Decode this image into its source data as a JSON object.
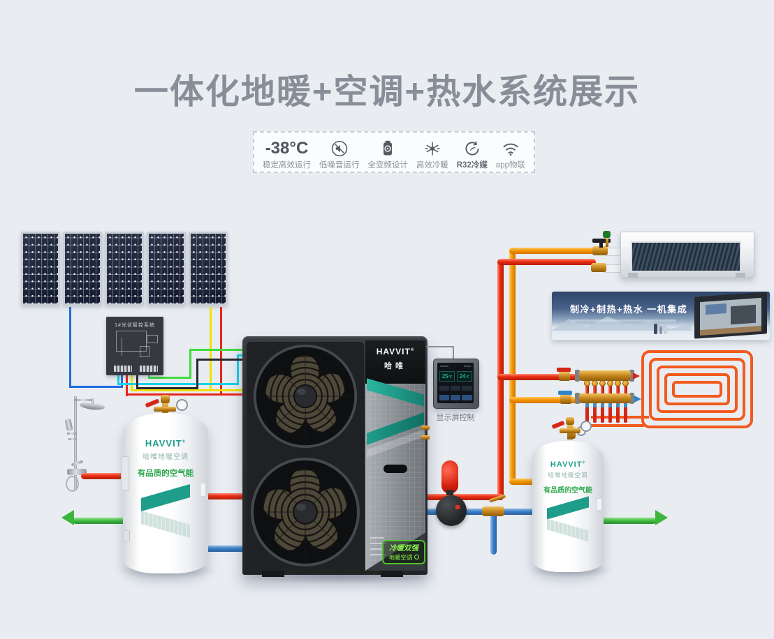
{
  "title": {
    "text": "一体化地暖+空调+热水系统展示"
  },
  "features": {
    "temp_value": "-38°C",
    "items": [
      {
        "icon": "thermometer",
        "label": "稳定高效运行"
      },
      {
        "icon": "mute",
        "label": "低噪音运行"
      },
      {
        "icon": "inverter-battery",
        "label": "全变频设计"
      },
      {
        "icon": "snow-sun",
        "label": "高效冷暖"
      },
      {
        "icon": "recycle",
        "label": "R32冷媒"
      },
      {
        "icon": "wifi",
        "label": "app物联"
      }
    ]
  },
  "solar": {
    "controller_label": "1#光伏智控系统"
  },
  "heat_pump": {
    "brand": "HAVVIT",
    "reg": "®",
    "brand_cn": "哈唯",
    "badge_line1": "冷暖双强",
    "badge_line2": "地暖空调"
  },
  "thermostat": {
    "label": "显示屏控制",
    "temp_left": "25",
    "temp_right": "24",
    "unit": "℃"
  },
  "banner": {
    "headline": "制冷+制热+热水  一机集成"
  },
  "tank": {
    "brand": "HAVVIT",
    "reg": "®",
    "sub_brand": "哈唯地暖空调",
    "slogan": "有品质的空气能"
  },
  "colors": {
    "background": "#e9edf2",
    "title_gray": "#878e97",
    "pipe_red": "#ea2c12",
    "pipe_orange": "#f59300",
    "pipe_blue": "#3a7ec7",
    "pipe_green": "#3cb53c",
    "wire_yellow": "#f0e006",
    "wire_cyan": "#17d0ea",
    "wire_blue": "#1e6ae0",
    "brand_teal": "#1f9d8b",
    "badge_green": "#8df04e",
    "slogan_green": "#2fa84e"
  }
}
